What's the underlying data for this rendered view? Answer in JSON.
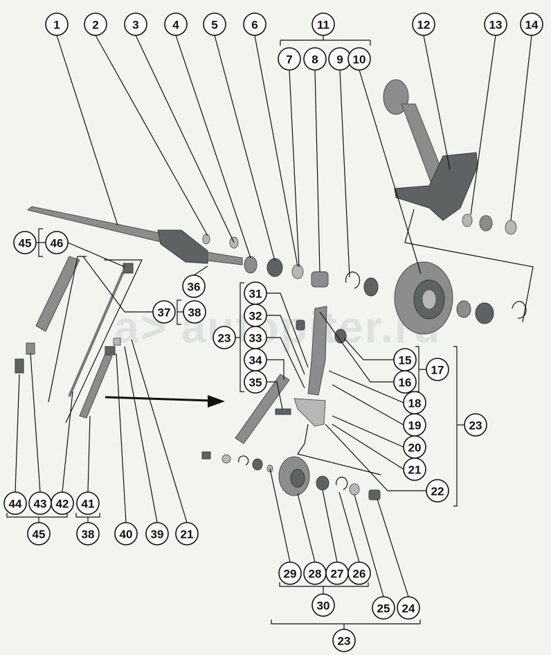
{
  "diagram": {
    "callouts": [
      "1",
      "2",
      "3",
      "4",
      "5",
      "6",
      "11",
      "12",
      "13",
      "14",
      "7",
      "8",
      "9",
      "10",
      "45",
      "46",
      "36",
      "37",
      "38",
      "31",
      "32",
      "33",
      "34",
      "35",
      "23",
      "15",
      "16",
      "17",
      "18",
      "19",
      "20",
      "21",
      "22",
      "23",
      "44",
      "43",
      "42",
      "41",
      "45",
      "38",
      "40",
      "39",
      "21",
      "29",
      "28",
      "27",
      "26",
      "30",
      "25",
      "24",
      "23"
    ],
    "watermark": "a> autopiter.ru",
    "colors": {
      "background": "#f1f4ef",
      "parts": "#8a8d8c",
      "lines": "#111111"
    }
  }
}
